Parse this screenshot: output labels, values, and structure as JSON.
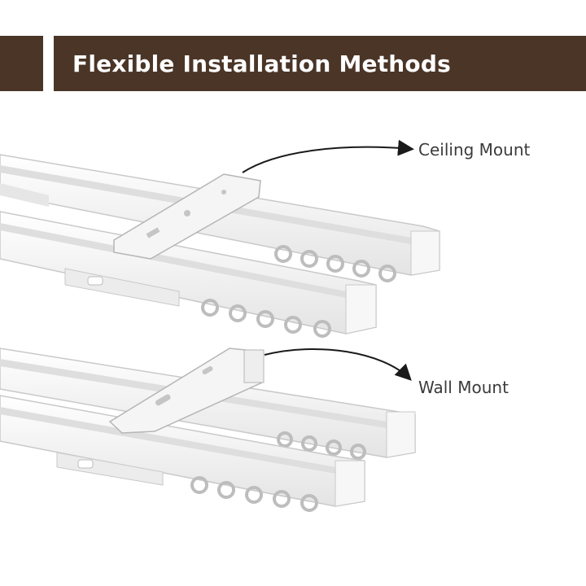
{
  "banner": {
    "title": "Flexible Installation Methods",
    "color": "#4a3527"
  },
  "callouts": {
    "ceiling_label": "Ceiling Mount",
    "wall_label": "Wall Mount",
    "text_color": "#3b3b3b",
    "arrow_color": "#1a1a1a"
  },
  "colors": {
    "rail": "#f3f3f3",
    "rail_edge": "#c9c9c9",
    "channel": "#dedede",
    "hook": "#bdbdbd"
  }
}
